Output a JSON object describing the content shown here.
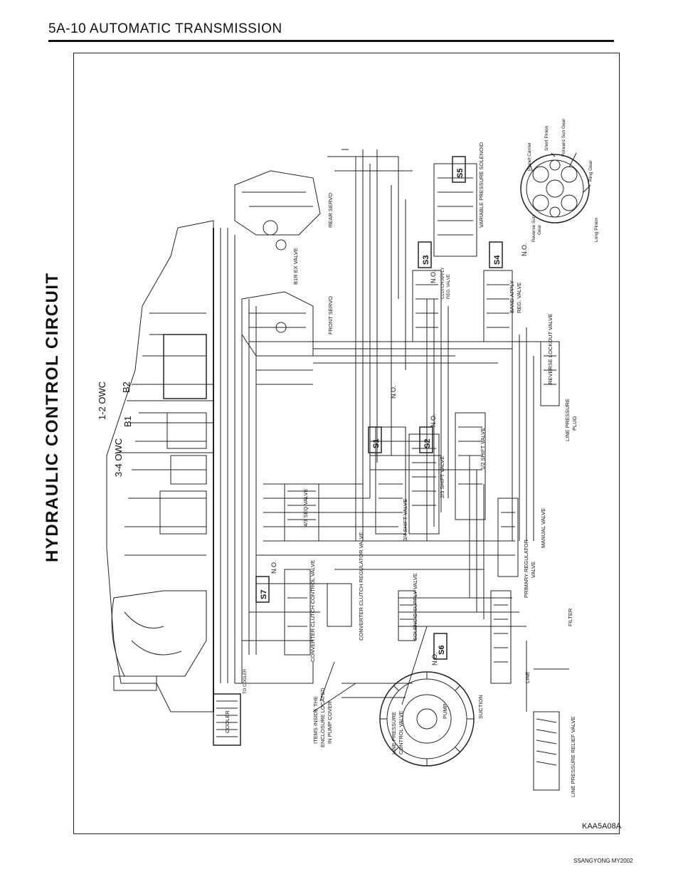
{
  "header": {
    "title": "5A-10  AUTOMATIC TRANSMISSION"
  },
  "diagram": {
    "side_title": "HYDRAULIC  CONTROL  CIRCUIT",
    "figure_id": "KAA5A08A",
    "clutch_labels": {
      "owc34": "3-4 OWC",
      "owc12": "1-2 OWC",
      "b1": "B1",
      "b2": "B2"
    },
    "component_labels": {
      "rear_servo": "REAR SERVO",
      "front_servo": "FRONT SERVO",
      "b1r_ex_valve": "B1R EX VALVE",
      "valve_43_seq": "4/3 SEQ VALVE",
      "shift_34": "3/4 SHIFT VALVE",
      "shift_23": "2/3 SHIFT VALVE",
      "shift_12": "1/2 SHIFT VALVE",
      "band_apply": "BAND APPLY",
      "reg_valve": "REG. VALVE",
      "reverse_lockout": "REVERSE LOCKOUT VALVE",
      "line_pressure_plug": "LINE PRESSURE",
      "plug": "PLUG",
      "manual_valve": "MANUAL VALVE",
      "primary_regulator": "PRIMARY REGULATOR",
      "valve": "VALVE",
      "solenoid_supply": "SOLENOID SUPPLY VALVE",
      "conv_clutch_reg": "CONVERTER CLUTCH REGULATOR VALVE",
      "conv_clutch_ctrl": "CONVERTER CLUTCH CONTROL VALVE",
      "items_inside_1": "ITEMS INSIDE THE",
      "items_inside_2": "ENCLOSURE LOCATED",
      "items_inside_3": "IN PUMP COVER",
      "line_pressure_ctrl_1": "LINE PRESSURE",
      "line_pressure_ctrl_2": "CONTROL VALVE",
      "line_pressure_relief": "LINE PRESSURE RELIEF VALVE",
      "pump": "PUMP",
      "suction": "SUCTION",
      "filter": "FILTER",
      "line": "LINE",
      "cooler": "COOLER",
      "to_cooler": "TO COOLER",
      "variable_pressure": "VARIABLE PRESSURE SOLENOID",
      "clutch_apply": "CLUTCH APPLY",
      "reg_valve2": "REG. VALVE"
    },
    "solenoids": [
      {
        "id": "S1",
        "state": "N.O."
      },
      {
        "id": "S2",
        "state": "N.O."
      },
      {
        "id": "S3",
        "state": "N.O."
      },
      {
        "id": "S4",
        "state": "N.O."
      },
      {
        "id": "S5",
        "state": ""
      },
      {
        "id": "S6",
        "state": "N.O."
      },
      {
        "id": "S7",
        "state": "N.O."
      }
    ],
    "gear_labels": {
      "planet_carrier": "Planet Carrier",
      "short_pinion": "Short Pinion",
      "forward_sun": "Forward Sun Gear",
      "ring_gear": "Ring Gear",
      "long_pinion": "Long Pinion",
      "reverse_sun_1": "Reverse Sun",
      "reverse_sun_2": "Gear"
    }
  },
  "footer": {
    "text": "SSANGYONG MY2002"
  }
}
